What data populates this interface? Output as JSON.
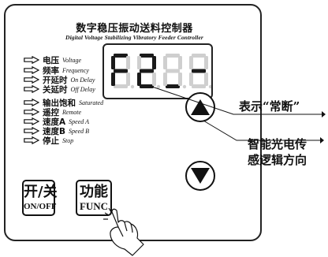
{
  "panel": {
    "title_cn": "数字稳压振动送料控制器",
    "title_en": "Digital Voltage Stabilizing Vibratory Feeder Controller"
  },
  "indicators": [
    {
      "cn": "电压",
      "en": "Voltage"
    },
    {
      "cn": "频率",
      "en": "Frequency"
    },
    {
      "cn": "开延时",
      "en": "On Delay"
    },
    {
      "cn": "关延时",
      "en": "Off Delay"
    },
    {
      "cn": "输出饱和",
      "en": "Saturated"
    },
    {
      "cn": "遥控",
      "en": "Remote"
    },
    {
      "cn": "速度A",
      "en": "Speed A"
    },
    {
      "cn": "速度B",
      "en": "Speed B"
    },
    {
      "cn": "停止",
      "en": "Stop"
    }
  ],
  "display": {
    "readout": "F2_-",
    "segment_on_color": "#1a1a1a",
    "segment_off_color": "#cfcfcf"
  },
  "buttons": {
    "onoff": {
      "cn": "开/关",
      "en": "ON/OFF"
    },
    "func": {
      "cn": "功能",
      "en": "FUNC"
    },
    "up_icon": "triangle-up-icon",
    "down_icon": "triangle-down-icon"
  },
  "callouts": {
    "display_note": "表示“常断”",
    "sensor_note_line1": "智能光电传",
    "sensor_note_line2": "感逻辑方向"
  }
}
